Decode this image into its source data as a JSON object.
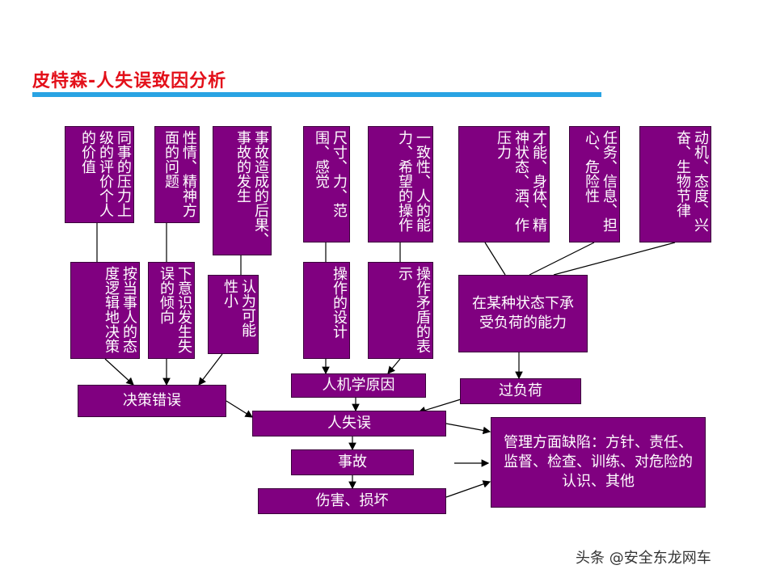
{
  "title": "皮特森-人失误致因分析",
  "top_boxes": {
    "b1": "同事的压力上级的评价个人的价值",
    "b2": "性情、精神方面的问题",
    "b3": "事故造成的后果、事故的发生",
    "b4": "尺寸、力、范围、感觉",
    "b5": "一致性、人的能力、希望的操作",
    "b6": "才能、身体、精神状态、酒、作压力",
    "b7": "任务、信息、担心、危险性",
    "b8": "动机、态度、兴奋、生物节律"
  },
  "mid_boxes": {
    "m1": "按当事人的态度逻辑地决策",
    "m2": "下意识发生失误的倾向",
    "m3": "认为可能性小",
    "m4": "操作的设计",
    "m5": "操作矛盾的表示",
    "m6": "在某种状态下承受负荷的能力"
  },
  "flow": {
    "decision_error": "决策错误",
    "ergonomics": "人机学原因",
    "overload": "过负荷",
    "human_error": "人失误",
    "accident": "事故",
    "damage": "伤害、损坏",
    "management": "管理方面缺陷：方针、责任、监督、检查、训练、对危险的认识、其他"
  },
  "watermark": "头条 @安全东龙网车",
  "colors": {
    "box": "#800080",
    "title": "#e3101a",
    "bar": "#29a3e3"
  }
}
